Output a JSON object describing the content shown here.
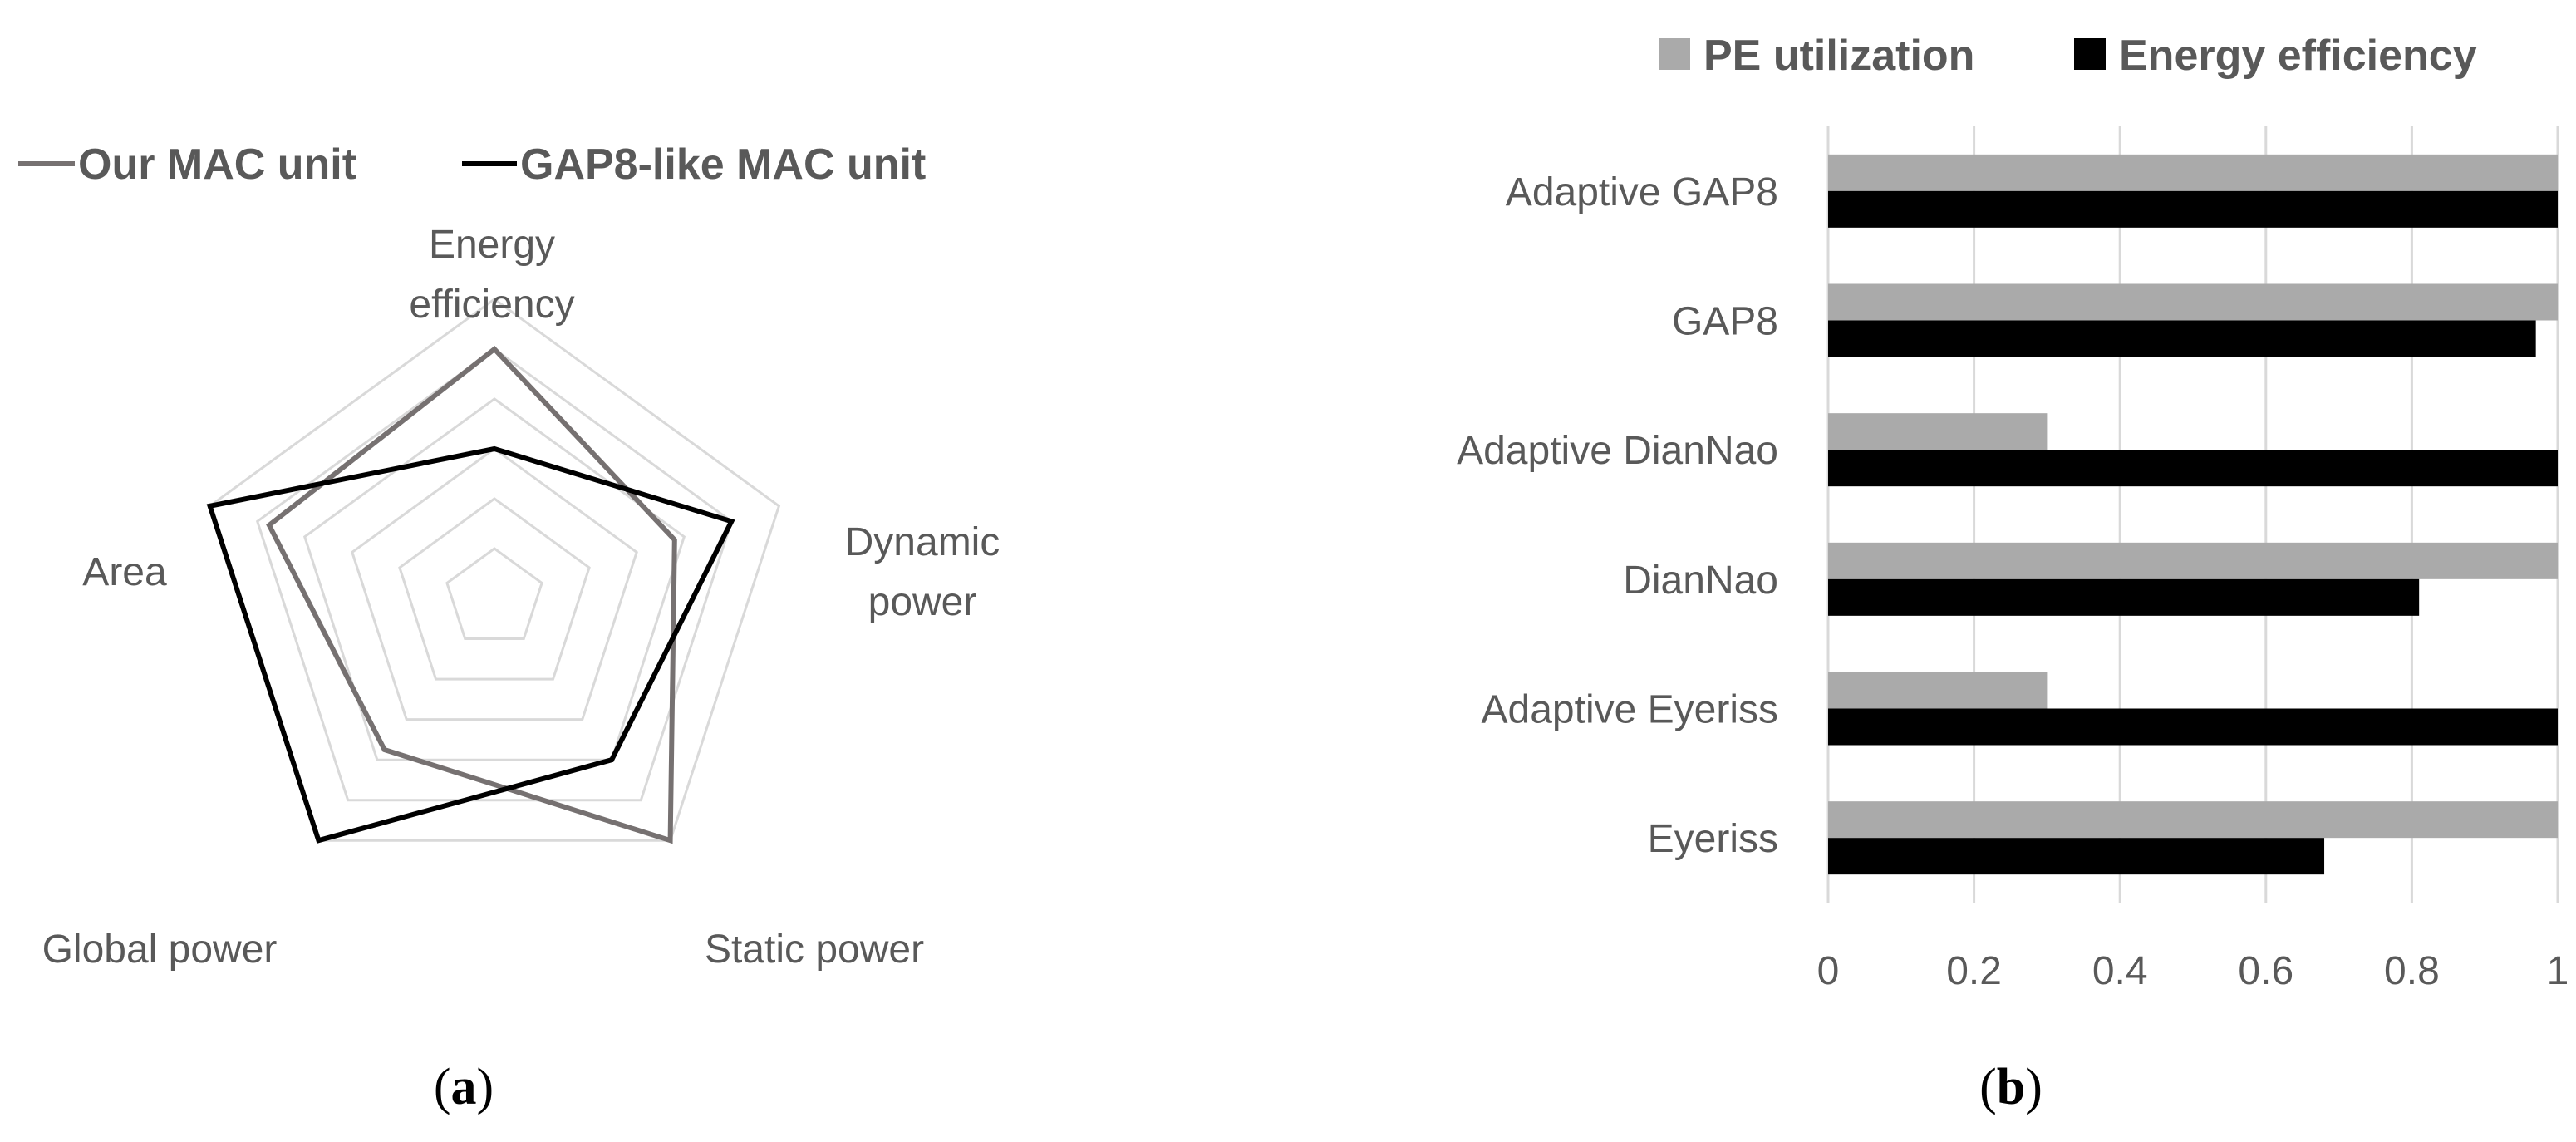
{
  "chart_data": [
    {
      "type": "radar",
      "axes": [
        "Energy efficiency",
        "Dynamic power",
        "Static power",
        "Global power",
        "Area"
      ],
      "axis_label_lines": [
        [
          "Energy",
          "efficiency"
        ],
        [
          "Dynamic",
          "power"
        ],
        [
          "Static power"
        ],
        [
          "Global power"
        ],
        [
          "Area"
        ]
      ],
      "rlim": [
        0,
        1.2
      ],
      "rings": 6,
      "grid": true,
      "legend_position": "top",
      "series": [
        {
          "name": "Our MAC unit",
          "color": "#767171",
          "values": [
            1.0,
            0.76,
            1.2,
            0.75,
            0.95
          ]
        },
        {
          "name": "GAP8-like MAC unit",
          "color": "#000000",
          "values": [
            0.6,
            1.0,
            0.8,
            1.2,
            1.2
          ]
        }
      ],
      "panel_label": "(a)"
    },
    {
      "type": "bar",
      "orientation": "horizontal",
      "categories": [
        "Adaptive GAP8",
        "GAP8",
        "Adaptive DianNao",
        "DianNao",
        "Adaptive Eyeriss",
        "Eyeriss"
      ],
      "series": [
        {
          "name": "PE utilization",
          "color": "#aaaaaa",
          "values": [
            1.0,
            1.0,
            0.3,
            1.0,
            0.3,
            1.0
          ]
        },
        {
          "name": "Energy efficiency",
          "color": "#000000",
          "values": [
            1.0,
            0.97,
            1.0,
            0.81,
            1.0,
            0.68
          ]
        }
      ],
      "xlim": [
        0,
        1
      ],
      "xticks": [
        "0",
        "0.2",
        "0.4",
        "0.6",
        "0.8",
        "1"
      ],
      "grid": true,
      "legend_position": "top",
      "panel_label": "(b)"
    }
  ]
}
